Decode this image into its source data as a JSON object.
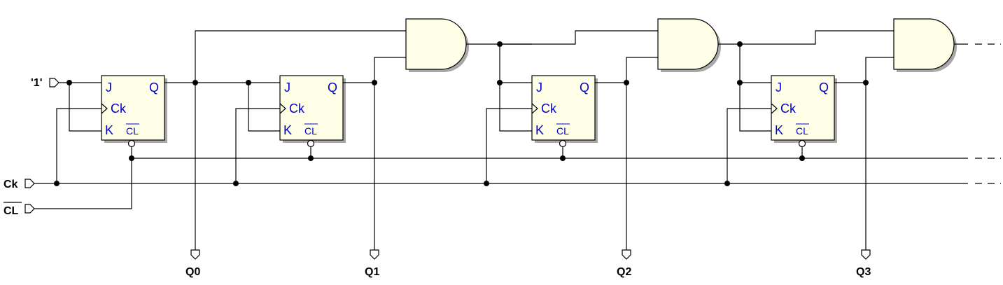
{
  "inputs": {
    "one": "'1'",
    "clock": "Ck",
    "clear": "CL"
  },
  "outputs": [
    "Q0",
    "Q1",
    "Q2",
    "Q3"
  ],
  "flipflop_pins": {
    "j": "J",
    "q": "Q",
    "ck": "Ck",
    "k": "K",
    "cl": "CL"
  },
  "colors": {
    "component_fill": "#ffffe8",
    "pin_label": "#0000cc",
    "wire": "#000000"
  }
}
